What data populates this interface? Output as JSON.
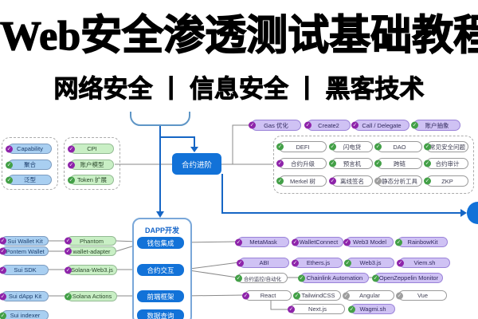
{
  "header": {
    "title": "Web安全渗透测试基础教程",
    "subtitle": "网络安全 丨 信息安全 丨 黑客技术"
  },
  "colors": {
    "accent_blue": "#1272D8",
    "node_blue_fill": "#A9CFF1",
    "node_green_fill": "#C9EFC5",
    "node_lavender_fill": "#CFC2F4",
    "icon_purple": "#8E24AA",
    "icon_green": "#43A047",
    "icon_gray": "#9E9E9E",
    "connector_gray": "#8A8A8A"
  },
  "diagram": {
    "contract_branch": {
      "label": "合约进阶"
    },
    "dapp_branch": {
      "label": "DAPP开发",
      "children": [
        {
          "label": "钱包集成"
        },
        {
          "label": "合约交互"
        },
        {
          "label": "前端框架"
        },
        {
          "label": "数据查询"
        }
      ]
    },
    "capability_group": {
      "items": [
        {
          "label": "Capability",
          "icon": "purple"
        },
        {
          "label": "聚合",
          "icon": "green"
        },
        {
          "label": "泛型",
          "icon": "green"
        }
      ]
    },
    "solana_core_group": {
      "items": [
        {
          "label": "CPI",
          "icon": "purple"
        },
        {
          "label": "账户模型",
          "icon": "purple"
        },
        {
          "label": "Token 扩展",
          "icon": "green"
        }
      ]
    },
    "contract_topics_row": {
      "items": [
        {
          "label": "Gas 优化",
          "icon": "purple"
        },
        {
          "label": "Create2",
          "icon": "purple"
        },
        {
          "label": "Call / Delegate",
          "icon": "purple"
        },
        {
          "label": "账户抽象",
          "icon": "green"
        }
      ]
    },
    "security_grid": {
      "items": [
        {
          "label": "DEFI",
          "icon": "green"
        },
        {
          "label": "闪电贷",
          "icon": "green"
        },
        {
          "label": "DAO",
          "icon": "green"
        },
        {
          "label": "常见安全问题",
          "icon": "green"
        },
        {
          "label": "合约升级",
          "icon": "purple"
        },
        {
          "label": "预言机",
          "icon": "green"
        },
        {
          "label": "跨链",
          "icon": "green"
        },
        {
          "label": "合约审计",
          "icon": "green"
        },
        {
          "label": "Merkel 树",
          "icon": "green"
        },
        {
          "label": "离线签名",
          "icon": "purple"
        },
        {
          "label": "静态分析工具",
          "icon": "gray"
        },
        {
          "label": "ZKP",
          "icon": "green"
        }
      ]
    },
    "sui_column": {
      "items": [
        {
          "label": "Sui Wallet Kit",
          "icon": "purple"
        },
        {
          "label": "Pontem Wallet",
          "icon": "purple"
        },
        {
          "label": "Sui SDK",
          "icon": "purple"
        },
        {
          "label": "Sui dApp Kit",
          "icon": "purple"
        },
        {
          "label": "Sui indexer",
          "icon": "green"
        }
      ]
    },
    "solana_column": {
      "items": [
        {
          "label": "Phantom",
          "icon": "purple"
        },
        {
          "label": "wallet-adapter",
          "icon": "purple"
        },
        {
          "label": "Solana-Web3.js",
          "icon": "purple"
        },
        {
          "label": "Solana Actions",
          "icon": "green"
        }
      ]
    },
    "wallet_row": {
      "items": [
        {
          "label": "MetaMask",
          "icon": "purple"
        },
        {
          "label": "WalletConnect",
          "icon": "purple"
        },
        {
          "label": "Web3 Model",
          "icon": "purple"
        },
        {
          "label": "RainbowKit",
          "icon": "green"
        }
      ]
    },
    "library_row": {
      "items": [
        {
          "label": "ABI",
          "icon": "purple"
        },
        {
          "label": "Ethers.js",
          "icon": "purple"
        },
        {
          "label": "Web3.js",
          "icon": "green"
        },
        {
          "label": "Viem.sh",
          "icon": "purple"
        }
      ]
    },
    "monitor_row": {
      "items": [
        {
          "label": "合约监控/自动化",
          "icon": "green"
        },
        {
          "label": "Chainlink Automation",
          "icon": "green"
        },
        {
          "label": "OpenZeppelin Monitor",
          "icon": "green"
        }
      ]
    },
    "frontend_row": {
      "items": [
        {
          "label": "React",
          "icon": "purple"
        },
        {
          "label": "TailwindCSS",
          "icon": "green"
        },
        {
          "label": "Angular",
          "icon": "gray"
        },
        {
          "label": "Vue",
          "icon": "gray"
        }
      ]
    },
    "frontend_row2": {
      "items": [
        {
          "label": "Next.js",
          "icon": "purple"
        },
        {
          "label": "Wagmi.sh",
          "icon": "green"
        }
      ]
    }
  }
}
